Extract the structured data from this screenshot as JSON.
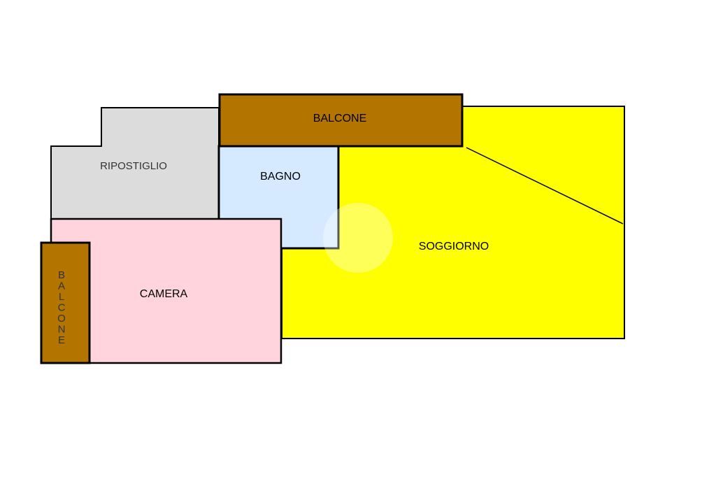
{
  "floor_plan": {
    "rooms": {
      "balcone_top": {
        "label": "BALCONE",
        "fill": "#b37400"
      },
      "ripostiglio": {
        "label": "RIPOSTIGLIO",
        "fill": "#dcdcdc"
      },
      "bagno": {
        "label": "BAGNO",
        "fill": "#d6eaff"
      },
      "soggiorno": {
        "label": "SOGGIORNO",
        "fill": "#ffff00"
      },
      "camera": {
        "label": "CAMERA",
        "fill": "#ffd4dc"
      },
      "balcone_side": {
        "label": "BALCONE",
        "fill": "#b37400"
      }
    },
    "colors": {
      "wall": "#000000",
      "watermark": "#ffffff"
    }
  }
}
